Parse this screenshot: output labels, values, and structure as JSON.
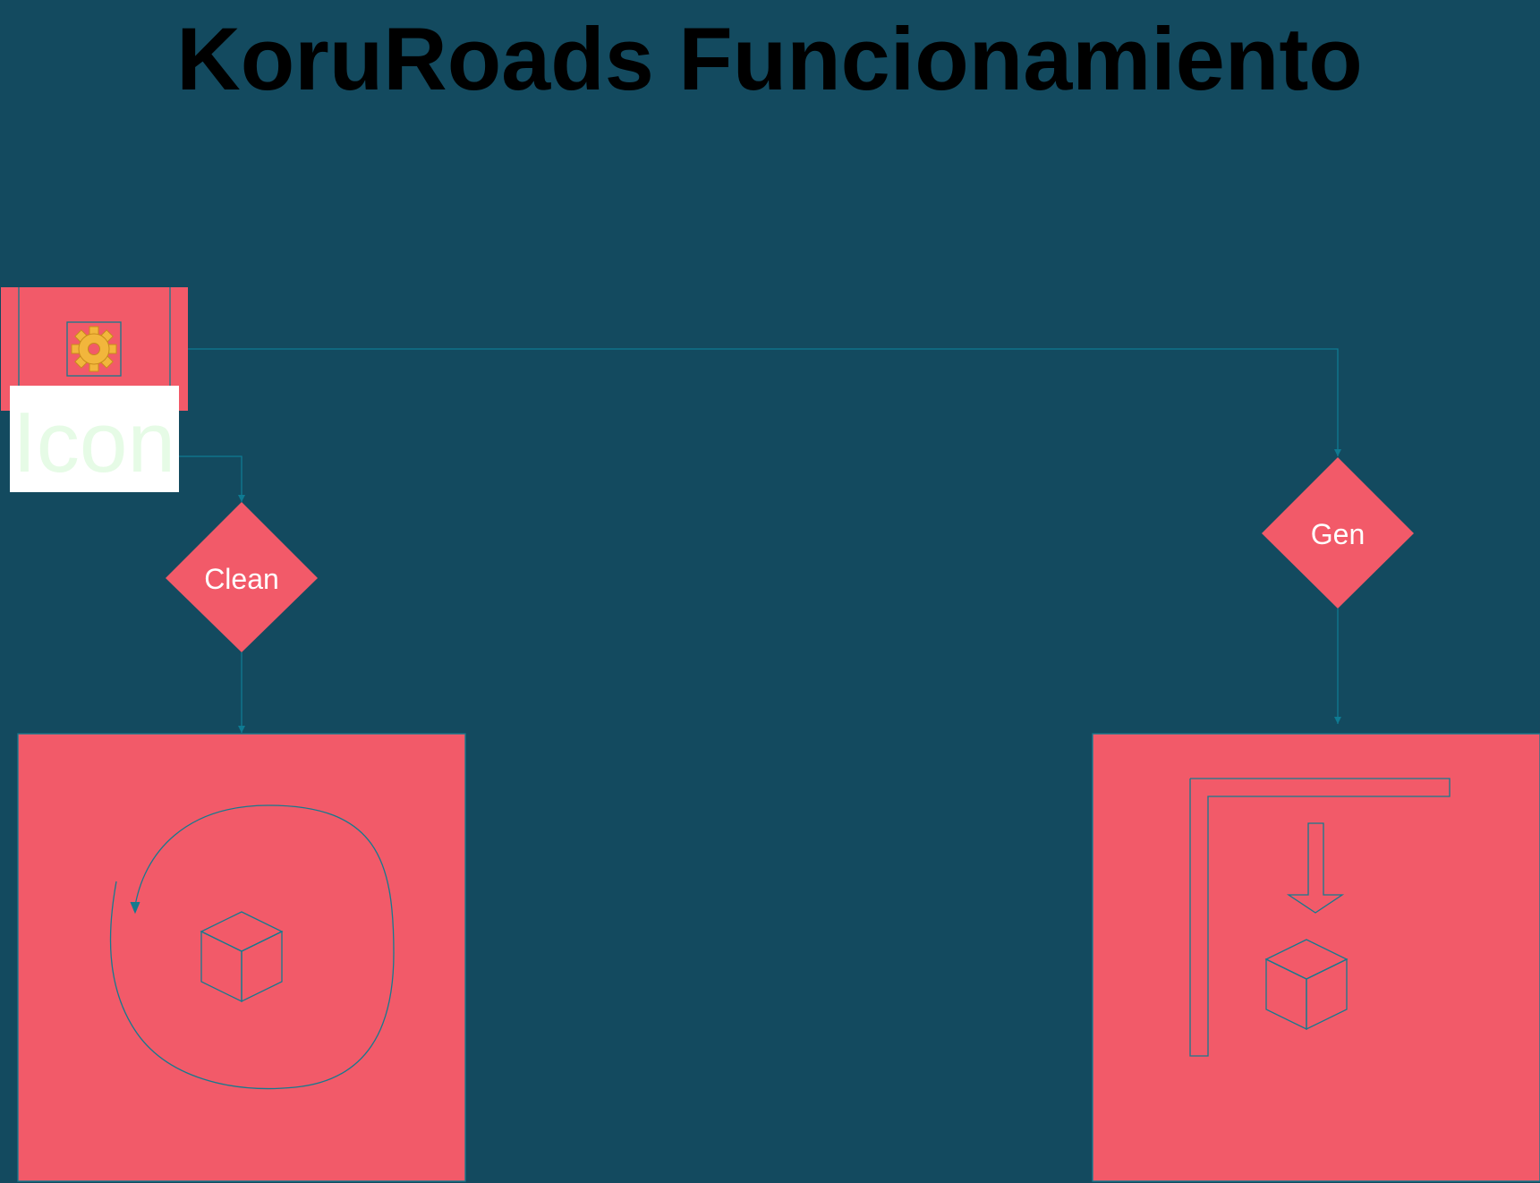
{
  "diagram": {
    "title": "KoruRoads Funcionamiento",
    "icon_box": {
      "icon": "gear-icon",
      "caption": "Icon"
    },
    "decisions": {
      "clean": {
        "label": "Clean"
      },
      "gen": {
        "label": "Gen"
      }
    },
    "panels": {
      "clean": {
        "icons": [
          "circular-arrow-icon",
          "cube-icon"
        ]
      },
      "gen": {
        "icons": [
          "corner-frame-icon",
          "down-arrow-icon",
          "cube-icon"
        ]
      }
    }
  },
  "colors": {
    "background": "#134a5f",
    "node_fill": "#f25a69",
    "connector": "#0e7a92",
    "title": "#000000",
    "node_label": "#ffffff",
    "caption_text": "#e6fbe6",
    "caption_bg": "#ffffff",
    "gear": "#f2b63c"
  }
}
